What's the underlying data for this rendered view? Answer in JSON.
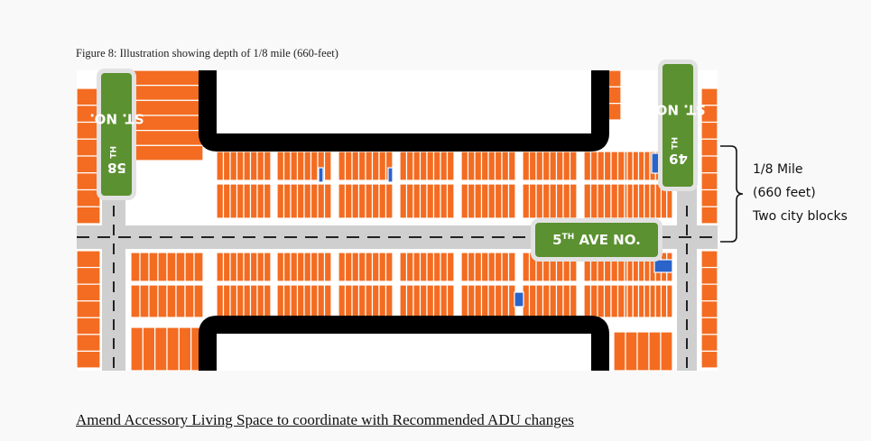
{
  "caption": "Figure 8: Illustration showing depth of 1/8 mile (660-feet)",
  "labels": {
    "street_58_main": "58",
    "street_58_sup": "TH",
    "street_58_rest": " ST. NO.",
    "street_49_main": "49",
    "street_49_sup": "TH",
    "street_49_rest": " ST. NO.",
    "avenue_main": "5",
    "avenue_sup": "TH",
    "avenue_rest": " AVE NO."
  },
  "annotation": {
    "line1": "1/8 Mile",
    "line2": "(660 feet)",
    "line3": "Two city blocks"
  },
  "bottom_link": "Amend Accessory Living Space to coordinate with Recommended ADU changes",
  "colors": {
    "parcel": "#f36c21",
    "parcel_outline": "#ffffff",
    "accent_blue": "#2a63c9",
    "road": "#cfcfcf",
    "boundary": "#000000",
    "label_green": "#5b9130"
  }
}
